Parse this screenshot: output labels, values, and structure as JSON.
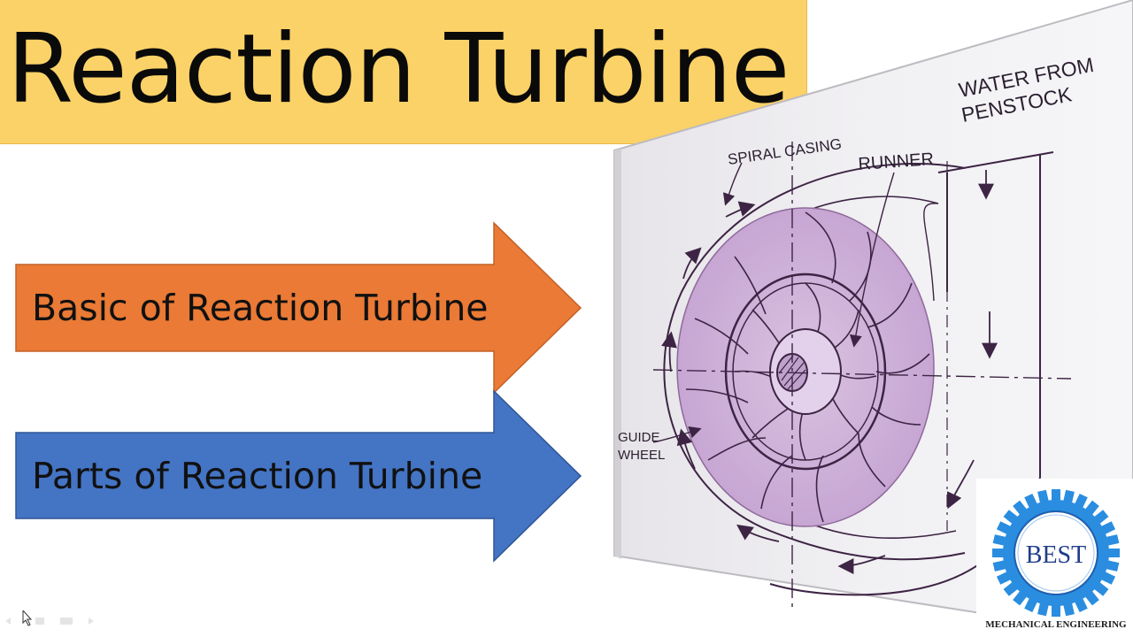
{
  "slide": {
    "title": "Reaction Turbine",
    "arrows": [
      {
        "label": "Basic of Reaction Turbine",
        "color": "#ea7a35"
      },
      {
        "label": "Parts of Reaction Turbine",
        "color": "#4474c4"
      }
    ]
  },
  "diagram": {
    "labels": {
      "water_line1": "WATER FROM",
      "water_line2": "PENSTOCK",
      "spiral_casing": "SPIRAL CASING",
      "runner": "RUNNER",
      "guide_line1": "GUIDE",
      "guide_line2": "WHEEL"
    },
    "runner_color": "#cdb0d8",
    "line_color": "#3d2444"
  },
  "logo": {
    "name": "BEST",
    "caption": "MECHANICAL ENGINEERING",
    "gear_color": "#2a8de0",
    "text_color": "#1f3c8a"
  },
  "icons": [
    "cursor-icon",
    "presentation-nav-icons"
  ]
}
